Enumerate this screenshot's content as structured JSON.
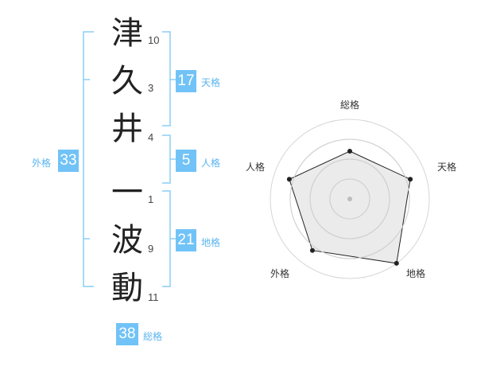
{
  "name": {
    "characters": [
      {
        "char": "津",
        "strokes": "10"
      },
      {
        "char": "久",
        "strokes": "3"
      },
      {
        "char": "井",
        "strokes": "4"
      },
      {
        "char": "一",
        "strokes": "1"
      },
      {
        "char": "波",
        "strokes": "9"
      },
      {
        "char": "動",
        "strokes": "11"
      }
    ]
  },
  "kakusu": {
    "tenkaku": {
      "value": "17",
      "label": "天格"
    },
    "jinkaku": {
      "value": "5",
      "label": "人格"
    },
    "chikaku": {
      "value": "21",
      "label": "地格"
    },
    "gaikaku": {
      "value": "33",
      "label": "外格"
    },
    "soukaku": {
      "value": "38",
      "label": "総格"
    }
  },
  "colors": {
    "accent": "#71c3f7",
    "bracket": "#8ccdf5",
    "text": "#222222"
  },
  "chart_data": {
    "type": "radar",
    "axes": [
      "総格",
      "天格",
      "地格",
      "外格",
      "人格"
    ],
    "max": 5,
    "rings": 4,
    "values": [
      3,
      4,
      5,
      4,
      4
    ]
  }
}
